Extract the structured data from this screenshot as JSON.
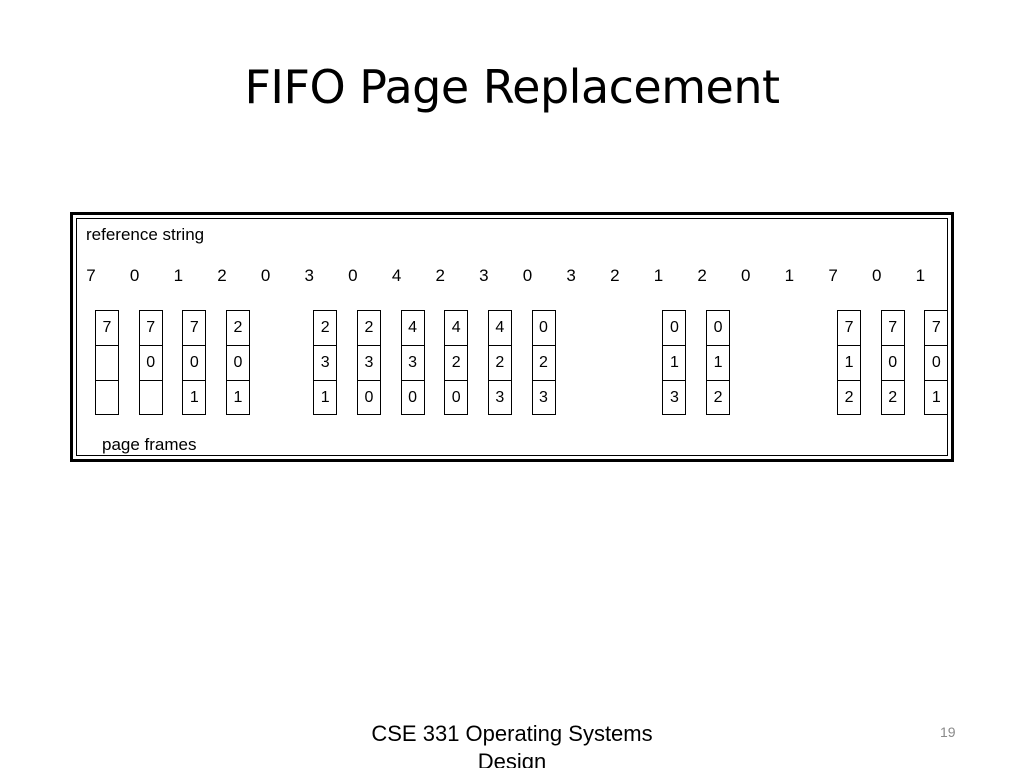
{
  "slide": {
    "title": "FIFO Page Replacement",
    "footer": "CSE 331 Operating Systems Design",
    "page_number": "19"
  },
  "diagram": {
    "reference_label": "reference string",
    "frames_label": "page frames",
    "reference_string": [
      "7",
      "0",
      "1",
      "2",
      "0",
      "3",
      "0",
      "4",
      "2",
      "3",
      "0",
      "3",
      "2",
      "1",
      "2",
      "0",
      "1",
      "7",
      "0",
      "1"
    ],
    "frame_states": [
      {
        "col": 0,
        "frames": [
          "7",
          "",
          ""
        ]
      },
      {
        "col": 1,
        "frames": [
          "7",
          "0",
          ""
        ]
      },
      {
        "col": 2,
        "frames": [
          "7",
          "0",
          "1"
        ]
      },
      {
        "col": 3,
        "frames": [
          "2",
          "0",
          "1"
        ]
      },
      {
        "col": 5,
        "frames": [
          "2",
          "3",
          "1"
        ]
      },
      {
        "col": 6,
        "frames": [
          "2",
          "3",
          "0"
        ]
      },
      {
        "col": 7,
        "frames": [
          "4",
          "3",
          "0"
        ]
      },
      {
        "col": 8,
        "frames": [
          "4",
          "2",
          "0"
        ]
      },
      {
        "col": 9,
        "frames": [
          "4",
          "2",
          "3"
        ]
      },
      {
        "col": 10,
        "frames": [
          "0",
          "2",
          "3"
        ]
      },
      {
        "col": 13,
        "frames": [
          "0",
          "1",
          "3"
        ]
      },
      {
        "col": 14,
        "frames": [
          "0",
          "1",
          "2"
        ]
      },
      {
        "col": 17,
        "frames": [
          "7",
          "1",
          "2"
        ]
      },
      {
        "col": 18,
        "frames": [
          "7",
          "0",
          "2"
        ]
      },
      {
        "col": 19,
        "frames": [
          "7",
          "0",
          "1"
        ]
      }
    ]
  }
}
